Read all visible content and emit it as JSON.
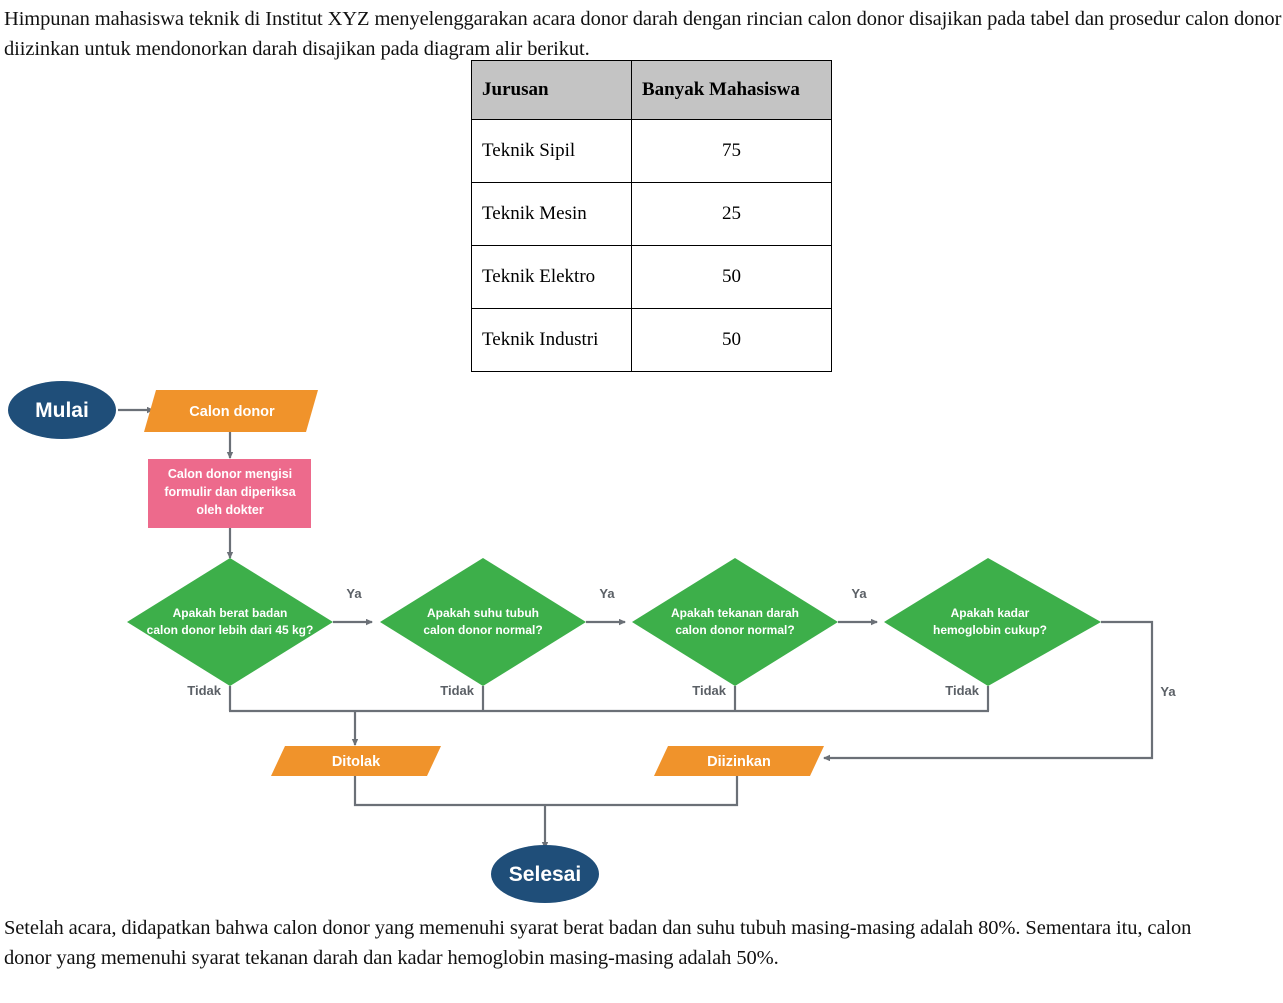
{
  "intro_paragraph": "Himpunan mahasiswa teknik di Institut XYZ menyelenggarakan acara donor darah dengan rincian calon donor disajikan pada tabel dan prosedur calon donor diizinkan untuk mendonorkan darah disajikan pada diagram alir berikut.",
  "closing_paragraph": "Setelah acara, didapatkan bahwa calon donor yang memenuhi syarat berat badan dan suhu tubuh masing-masing adalah 80%. Sementara itu, calon donor yang memenuhi syarat tekanan darah dan kadar hemoglobin masing-masing adalah 50%.",
  "table": {
    "headers": [
      "Jurusan",
      "Banyak Mahasiswa"
    ],
    "rows": [
      {
        "major": "Teknik Sipil",
        "count": "75"
      },
      {
        "major": "Teknik Mesin",
        "count": "25"
      },
      {
        "major": "Teknik Elektro",
        "count": "50"
      },
      {
        "major": "Teknik Industri",
        "count": "50"
      }
    ]
  },
  "flowchart": {
    "colors": {
      "terminator": "#1F4E79",
      "banner": "#F0932B",
      "process": "#ED6A8C",
      "decision": "#3DAF4A",
      "connector": "#6B7077",
      "label_text": "#5B6066"
    },
    "nodes": {
      "start": "Mulai",
      "candidate": "Calon donor",
      "process": {
        "line1": "Calon donor mengisi",
        "line2": "formulir dan diperiksa",
        "line3": "oleh dokter"
      },
      "decision1": {
        "line1": "Apakah berat badan",
        "line2": "calon donor lebih dari 45 kg?"
      },
      "decision2": {
        "line1": "Apakah suhu tubuh",
        "line2": "calon donor normal?"
      },
      "decision3": {
        "line1": "Apakah tekanan darah",
        "line2": "calon donor normal?"
      },
      "decision4": {
        "line1": "Apakah kadar",
        "line2": "hemoglobin cukup?"
      },
      "rejected": "Ditolak",
      "allowed": "Diizinkan",
      "end": "Selesai"
    },
    "edge_labels": {
      "ya1": "Ya",
      "ya2": "Ya",
      "ya3": "Ya",
      "ya4": "Ya",
      "tidak1": "Tidak",
      "tidak2": "Tidak",
      "tidak3": "Tidak",
      "tidak4": "Tidak"
    }
  }
}
